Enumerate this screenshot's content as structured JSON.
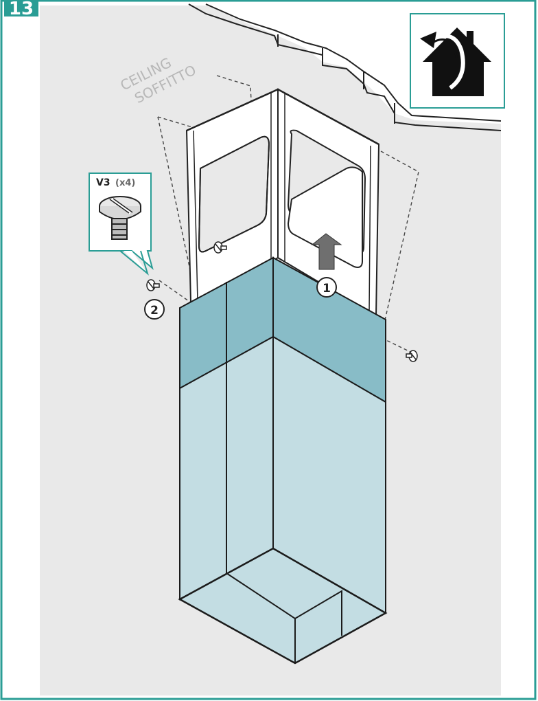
{
  "step": {
    "number": "13"
  },
  "ceiling_label": {
    "line1": "CEILING",
    "line2": "SOFFITTO"
  },
  "callout": {
    "part_code": "V3",
    "quantity": "(x4)"
  },
  "markers": {
    "marker_1": "1",
    "marker_2": "2"
  },
  "icons": {
    "house_badge": "house-with-curved-arrow-icon",
    "screw": "slotted-screw-icon",
    "arrow": "up-arrow-icon"
  },
  "colors": {
    "frame": "#2a9d95",
    "ceiling": "#e9e9e9",
    "chimney_dark": "#88bcc7",
    "chimney_light": "#c3dde3",
    "ceiling_text": "#b7b7b7"
  }
}
